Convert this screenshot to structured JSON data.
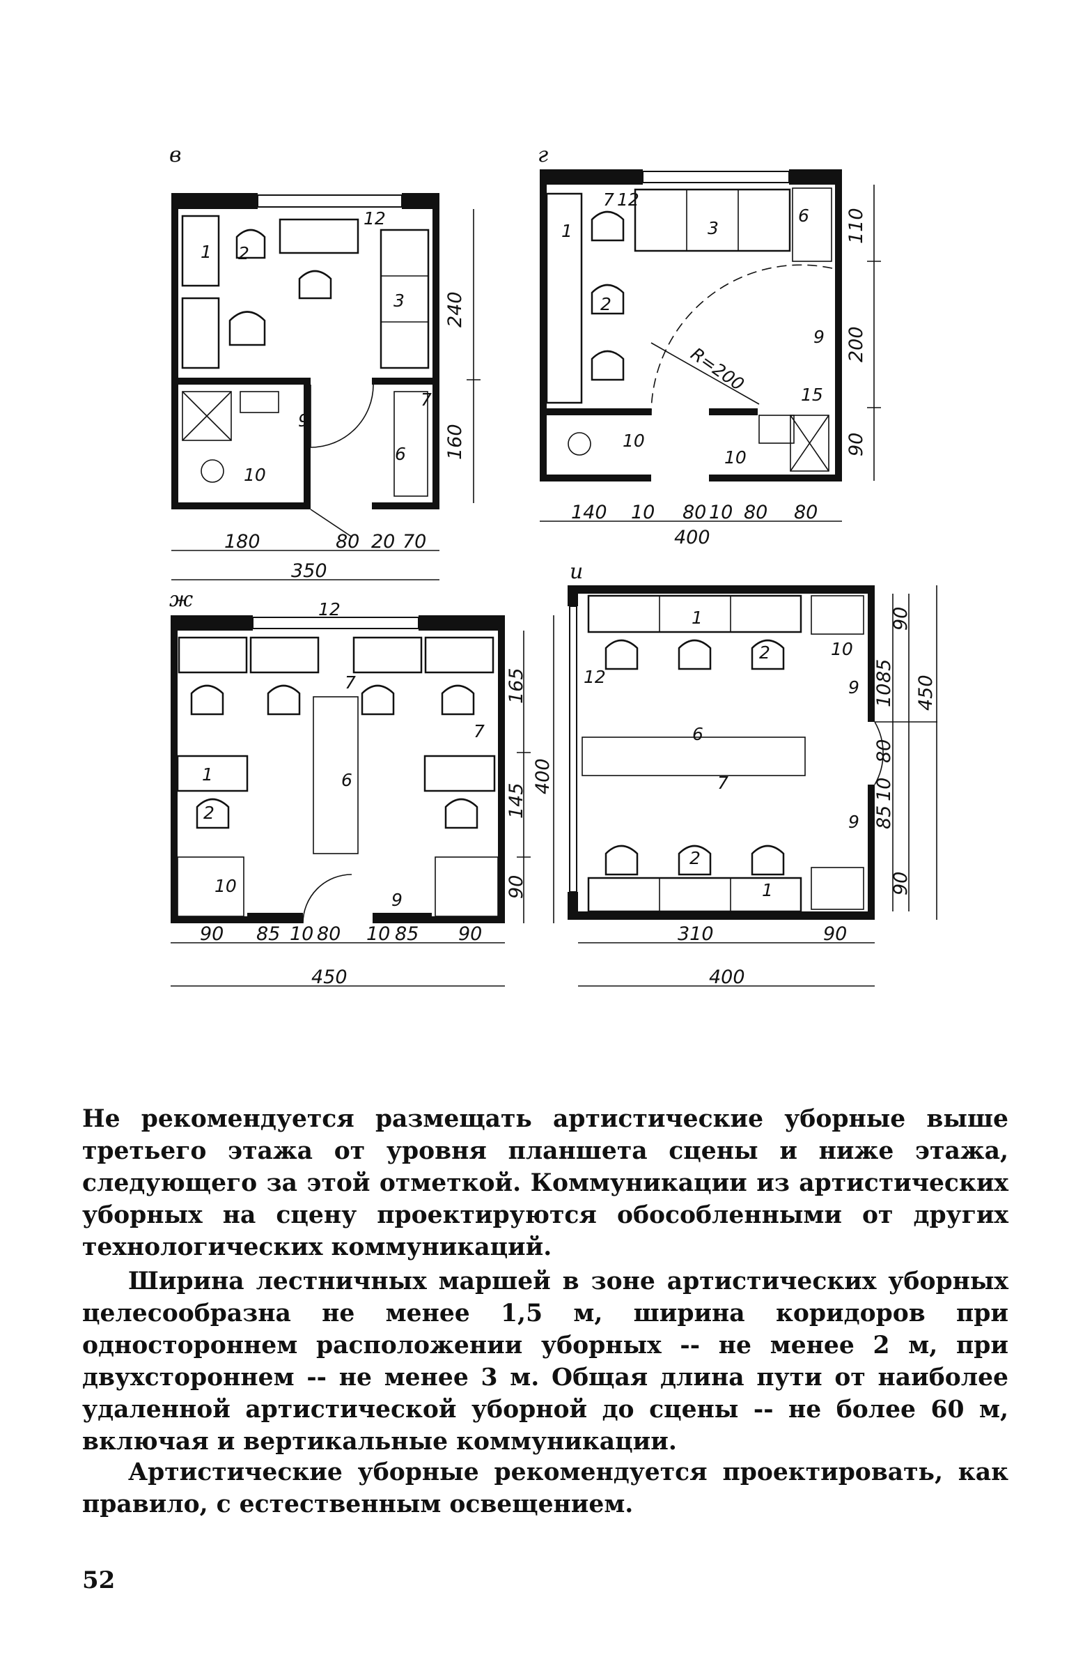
{
  "figure": {
    "plans": [
      {
        "label": "в",
        "numbers": [
          "1",
          "2",
          "12",
          "3",
          "7",
          "9",
          "6",
          "10"
        ],
        "dims_right": [
          "240",
          "160"
        ],
        "dims_bottom": [
          "180",
          "80",
          "20",
          "70"
        ],
        "dim_total": "350"
      },
      {
        "label": "г",
        "numbers": [
          "1",
          "7",
          "12",
          "3",
          "6",
          "2",
          "9",
          "15",
          "10",
          "10"
        ],
        "radius": "R=200",
        "dims_right": [
          "110",
          "200",
          "90"
        ],
        "dims_bottom": [
          "140",
          "10",
          "80",
          "10",
          "80",
          "80"
        ],
        "dim_total": "400"
      },
      {
        "label": "ж",
        "numbers": [
          "12",
          "7",
          "7",
          "6",
          "1",
          "2",
          "10",
          "9"
        ],
        "dims_right": [
          "165",
          "145",
          "90"
        ],
        "dim_right_total": "400",
        "dims_bottom": [
          "90",
          "85",
          "10",
          "80",
          "10",
          "85",
          "90"
        ],
        "dim_total": "450"
      },
      {
        "label": "и",
        "numbers": [
          "1",
          "2",
          "12",
          "10",
          "9",
          "6",
          "7",
          "9",
          "2",
          "1"
        ],
        "dims_right_inner": [
          "10",
          "85",
          "80",
          "85",
          "10"
        ],
        "dims_right": [
          "90",
          "90"
        ],
        "dim_right_total": "450",
        "dims_bottom": [
          "310",
          "90"
        ],
        "dim_total": "400"
      }
    ]
  },
  "text": {
    "p1": "Не рекомендуется размещать артистические уборные выше третьего этажа от уровня планшета сцены и ниже этажа, следующего за этой отметкой. Коммуникации из артистических уборных на сцену проектируются обособленными от других технологических коммуникаций.",
    "p2": "Ширина лестничных маршей в зоне артистических уборных целесообразна не менее 1,5 м, ширина коридоров при одностороннем расположении уборных -- не менее 2 м, при двухстороннем -- не менее 3 м. Общая длина пути от наиболее удаленной артистической уборной до сцены -- не более 60 м, включая и вертикальные коммуникации.",
    "p3": "Артистические уборные рекомендуется проектировать, как правило, с естественным освещением."
  },
  "page_number": "52"
}
